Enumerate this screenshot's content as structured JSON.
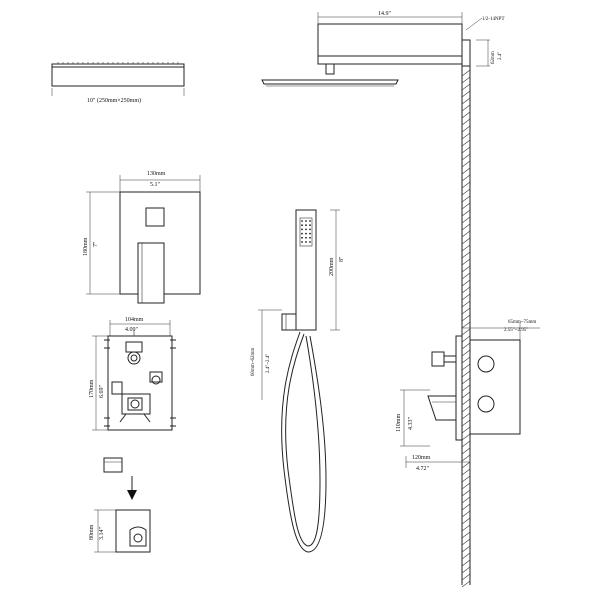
{
  "labels": {
    "showerhead_width_in": "10\"",
    "showerhead_size_mm": "(250mm×250mm)",
    "arm_length": "14.9\"",
    "thread": "1/2-14NPT",
    "arm_height_mm": "62mm",
    "arm_height_in": "2.4\"",
    "plate_width_mm": "130mm",
    "plate_width_in": "5.1\"",
    "plate_height_mm": "180mm",
    "plate_height_in": "7\"",
    "valve_width_mm": "104mm",
    "valve_width_in": "4.09\"",
    "valve_height_mm": "170mm",
    "valve_height_in": "6.69\"",
    "holder_height_mm": "80mm",
    "holder_height_in": "3.14\"",
    "handshower_length_mm": "200mm",
    "handshower_length_in": "8\"",
    "hose_range_mm": "60mm~62mm",
    "hose_range_in": "2.4\"~2.4\"",
    "depth_range_mm": "65mm~75mm",
    "depth_range_in": "2.55\"~2.95\"",
    "side_height_mm": "110mm",
    "side_height_in": "4.33\"",
    "handle_reach_mm": "120mm",
    "handle_reach_in": "4.72\""
  }
}
